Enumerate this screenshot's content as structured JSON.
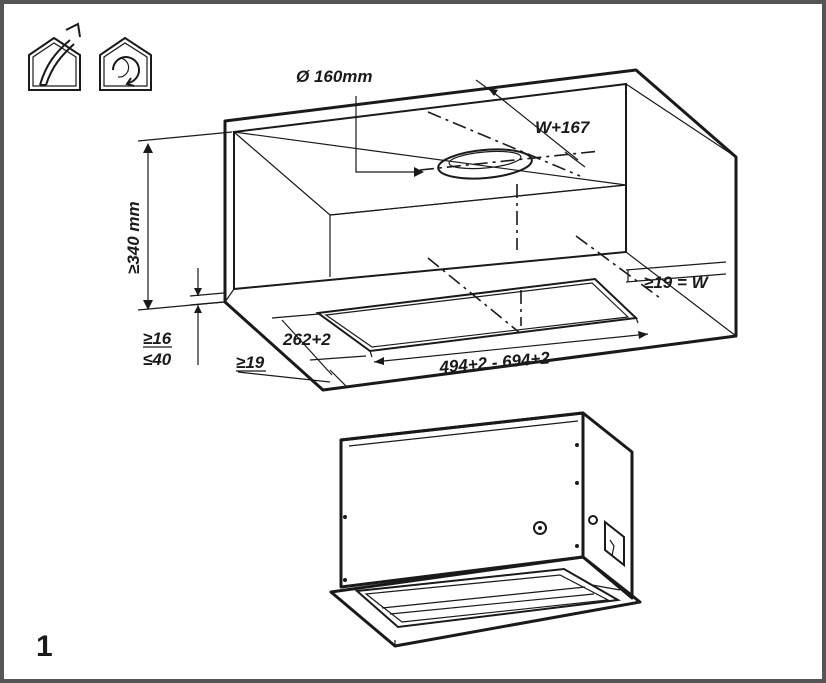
{
  "figure_number": "1",
  "icons": {
    "exhaust": "house-exhaust-icon",
    "recirculation": "house-recirculation-icon"
  },
  "dimensions": {
    "duct_diameter": "Ø 160mm",
    "offset_w167": "W+167",
    "min_height": "≥340 mm",
    "side_gap": "≥19 = W",
    "panel_thickness_min": "≥16",
    "panel_thickness_max": "≤40",
    "depth": "262+2",
    "front_gap": "≥19",
    "width_range": "494+2 - 694+2"
  }
}
